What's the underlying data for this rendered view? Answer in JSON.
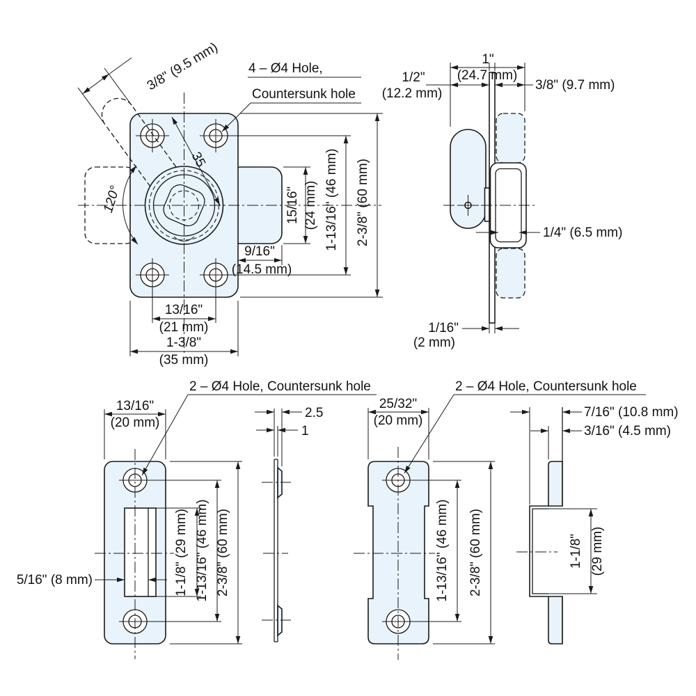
{
  "colors": {
    "part_fill": "#E8F3FB",
    "line": "#1A1A1A",
    "background": "#FFFFFF",
    "text": "#111111"
  },
  "views": {
    "front": {
      "callout_line1": "4 – Ø4 Hole,",
      "callout_line2": "Countersunk hole",
      "dims": {
        "lever_width": "3/8\" (9.5 mm)",
        "rotation_angle": "120°",
        "knob_dia": "35",
        "bolt_height_in": "15/16\"",
        "bolt_height_mm": "(24 mm)",
        "bolt_reach_in": "9/16\"",
        "bolt_reach_mm": "(14.5 mm)",
        "hole_span_h_in": "13/16\"",
        "hole_span_h_mm": "(21 mm)",
        "plate_width_in": "1-3/8\"",
        "plate_width_mm": "(35 mm)",
        "hole_span_v": "1-13/16\" (46 mm)",
        "plate_height": "2-3/8\" (60 mm)"
      }
    },
    "side": {
      "dims": {
        "overall_in": "1\"",
        "overall_mm": "(24.7 mm)",
        "front_in": "1/2\"",
        "front_mm": "(12.2 mm)",
        "rear": "3/8\" (9.7 mm)",
        "lever": "1/4\" (6.5 mm)",
        "plate_in": "1/16\"",
        "plate_mm": "(2 mm)"
      }
    },
    "strike": {
      "callout": "2 – Ø4 Hole, Countersunk hole",
      "dims": {
        "width_in": "13/16\"",
        "width_mm": "(20 mm)",
        "slot_width": "5/16\" (8 mm)",
        "slot_height": "1-1/8\" (29 mm)",
        "hole_span": "1-13/16\" (46 mm)",
        "height": "2-3/8\" (60 mm)"
      }
    },
    "strike_profile": {
      "dims": {
        "total_thickness": "2.5",
        "plate_thickness": "1"
      }
    },
    "keeper": {
      "callout": "2 – Ø4 Hole, Countersunk hole",
      "dims": {
        "width_in": "25/32\"",
        "width_mm": "(20 mm)",
        "hole_span": "1-13/16\" (46 mm)",
        "height": "2-3/8\" (60 mm)"
      }
    },
    "keeper_profile": {
      "dims": {
        "offset": "7/16\" (10.8 mm)",
        "tab": "3/16\" (4.5 mm)",
        "flange_in": "1-1/8\"",
        "flange_mm": "(29 mm)"
      }
    }
  }
}
